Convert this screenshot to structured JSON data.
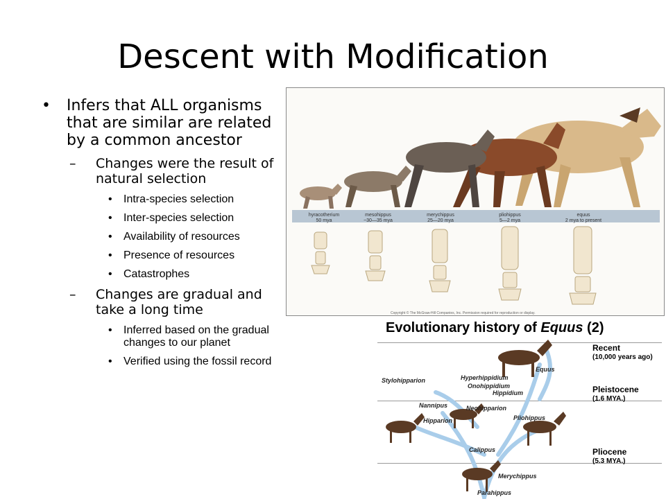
{
  "slide": {
    "title": "Descent with Modification",
    "bullets": [
      {
        "text": "Infers that ALL organisms that are similar are related by a common ancestor",
        "subs": [
          {
            "text": "Changes were the result of natural selection",
            "items": [
              "Intra-species selection",
              "Inter-species selection",
              "Availability of resources",
              "Presence of resources",
              "Catastrophes"
            ]
          },
          {
            "text": "Changes are gradual and take a long time",
            "items": [
              "Inferred based on the gradual changes to our planet",
              "Verified using the fossil record"
            ]
          }
        ]
      }
    ]
  },
  "figure1": {
    "caption_copyright": "Copyright © The McGraw-Hill Companies, Inc. Permission required for reproduction or display.",
    "stages": [
      {
        "name": "hyracotherium",
        "age": "50 mya"
      },
      {
        "name": "mesohippus",
        "age": "~30—35 mya"
      },
      {
        "name": "merychippus",
        "age": "25—20 mya"
      },
      {
        "name": "pliohippus",
        "age": "5—2 mya"
      },
      {
        "name": "equus",
        "age": "2 mya to present"
      }
    ],
    "colors": {
      "caption_bar": "#b8c6d3",
      "horse_dark": "#6b4a2f",
      "horse_light": "#d9b98a"
    }
  },
  "figure2": {
    "title_prefix": "Evolutionary history of ",
    "title_genus": "Equus",
    "title_suffix": " (2)",
    "eras": [
      {
        "name": "Recent",
        "sub": "(10,000 years ago)"
      },
      {
        "name": "Pleistocene",
        "sub": "(1.6 MYA.)"
      },
      {
        "name": "Pliocene",
        "sub": "(5.3 MYA.)"
      }
    ],
    "taxa": [
      "Equus",
      "Stylohipparion",
      "Hyperhippidium",
      "Onohippidium",
      "Hippidium",
      "Nannipus",
      "Neohipparion",
      "Hipparion",
      "Pliohippus",
      "Calippus",
      "Merychippus",
      "Parahippus"
    ],
    "colors": {
      "branch": "#a9cdea",
      "horse": "#5a3a24"
    }
  }
}
